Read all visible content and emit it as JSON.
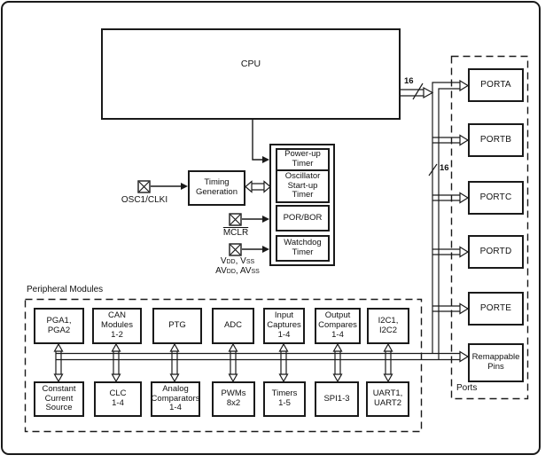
{
  "cpu": {
    "label": "CPU"
  },
  "buses": {
    "cpu_bus_width": "16",
    "port_bus_width": "16"
  },
  "timing_generation": {
    "label": "Timing\nGeneration"
  },
  "timer_stack": {
    "items": [
      "Power-up\nTimer",
      "Oscillator\nStart-up\nTimer",
      "POR/BOR",
      "Watchdog\nTimer"
    ]
  },
  "pins": {
    "osc1": {
      "label": "OSC1/CLKI"
    },
    "mclr": {
      "label": "MCLR"
    },
    "power": {
      "l1p0": "V",
      "l1s0": "DD",
      "l1p1": ", V",
      "l1s1": "SS",
      "l2p0": "AV",
      "l2s0": "DD",
      "l2p1": ", AV",
      "l2s1": "SS"
    }
  },
  "ports": {
    "label": "Ports",
    "items": [
      "PORTA",
      "PORTB",
      "PORTC",
      "PORTD",
      "PORTE",
      "Remappable\nPins"
    ]
  },
  "peripherals": {
    "label": "Peripheral Modules",
    "top": [
      "PGA1,\nPGA2",
      "CAN\nModules\n1-2",
      "PTG",
      "ADC",
      "Input\nCaptures\n1-4",
      "Output\nCompares\n1-4",
      "I2C1,\nI2C2"
    ],
    "bottom": [
      "Constant\nCurrent\nSource",
      "CLC\n1-4",
      "Analog\nComparators\n1-4",
      "PWMs\n8x2",
      "Timers\n1-5",
      "SPI1-3",
      "UART1,\nUART2"
    ]
  }
}
